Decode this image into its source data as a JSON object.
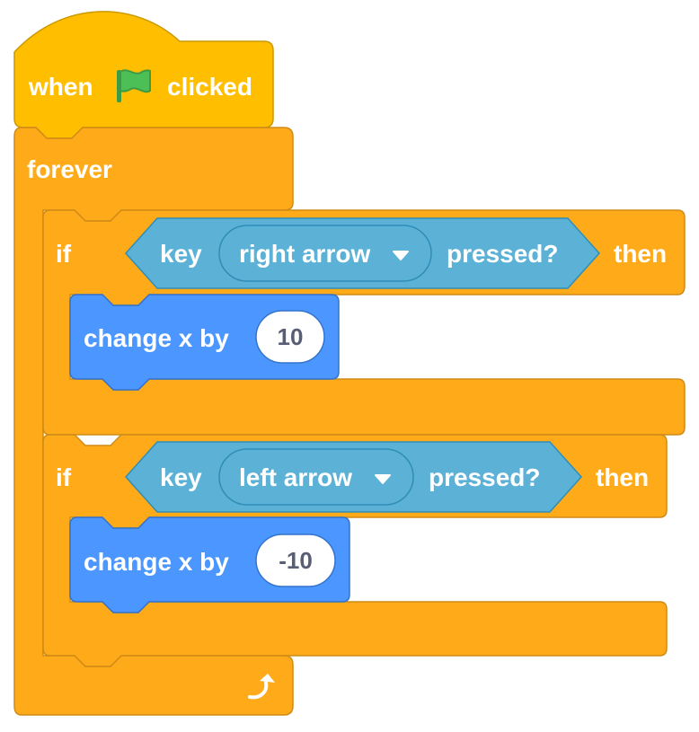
{
  "colors": {
    "events": "#FFBF00",
    "control": "#FFAB19",
    "sensing": "#5CB1D6",
    "motion": "#4C97FF",
    "flag": "#4CBF56"
  },
  "hat_block": {
    "prefix": "when",
    "icon": "green-flag-icon",
    "suffix": "clicked"
  },
  "forever_block": {
    "label": "forever",
    "loop_icon": "loop-arrow-icon"
  },
  "if_blocks": [
    {
      "if_label": "if",
      "key_label": "key",
      "key_value": "right arrow",
      "pressed_label": "pressed?",
      "then_label": "then",
      "action_label": "change x by",
      "action_value": "10"
    },
    {
      "if_label": "if",
      "key_label": "key",
      "key_value": "left arrow",
      "pressed_label": "pressed?",
      "then_label": "then",
      "action_label": "change x by",
      "action_value": "-10"
    }
  ]
}
